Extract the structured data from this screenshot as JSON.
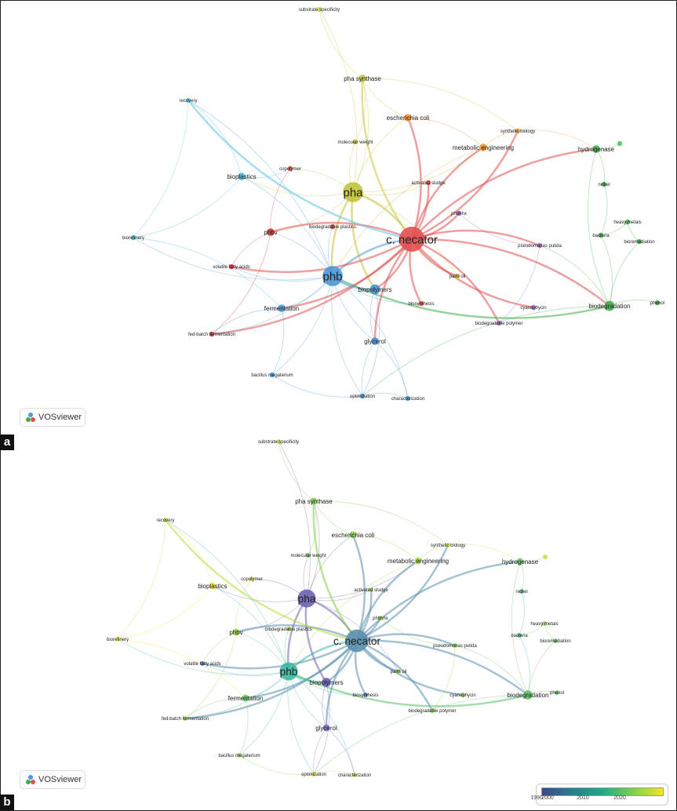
{
  "panels": [
    {
      "label": "a",
      "mode": "cluster"
    },
    {
      "label": "b",
      "mode": "overlay"
    }
  ],
  "logo_text": "VOSviewer",
  "colorbar": {
    "ticks": [
      "1990",
      "2000",
      "2010",
      "2020"
    ],
    "colors": [
      "#3b4a8c",
      "#2a7d8e",
      "#23a884",
      "#7ad151",
      "#f5e61d"
    ]
  },
  "nodes": [
    {
      "id": "substrate",
      "label": "substrate specificity",
      "cluster": "#d9d94a",
      "year": "#b9de3a",
      "w": 1
    },
    {
      "id": "phasyn",
      "label": "pha synthase",
      "cluster": "#c8c83a",
      "year": "#7fcf4a",
      "w": 2
    },
    {
      "id": "recovery",
      "label": "recovery",
      "cluster": "#5ec3e0",
      "year": "#b7dc40",
      "w": 1
    },
    {
      "id": "ecoli",
      "label": "escherichia coli",
      "cluster": "#f0922e",
      "year": "#8bd04a",
      "w": 2
    },
    {
      "id": "synbio",
      "label": "synthetic biology",
      "cluster": "#f0a040",
      "year": "#d8e030",
      "w": 1
    },
    {
      "id": "molw",
      "label": "molecular weight",
      "cluster": "#c8c83a",
      "year": "#6cc462",
      "w": 1
    },
    {
      "id": "meteng",
      "label": "metabolic engineering",
      "cluster": "#f0922e",
      "year": "#a2d840",
      "w": 2
    },
    {
      "id": "hydrog",
      "label": "hydrogenase",
      "cluster": "#3fae49",
      "year": "#6cc462",
      "w": 2
    },
    {
      "id": "hydrog2",
      "label": "",
      "cluster": "#55c855",
      "year": "#c5df34",
      "w": 1
    },
    {
      "id": "copoly",
      "label": "copolymer",
      "cluster": "#e04848",
      "year": "#c9de34",
      "w": 1
    },
    {
      "id": "bioplast",
      "label": "bioplastics",
      "cluster": "#4fb8d8",
      "year": "#e8e428",
      "w": 2
    },
    {
      "id": "actsl",
      "label": "activated sludge",
      "cluster": "#e04848",
      "year": "#9ad644",
      "w": 1
    },
    {
      "id": "pha",
      "label": "pha",
      "cluster": "#c3c33a",
      "year": "#6d63b3",
      "w": 8
    },
    {
      "id": "nickel",
      "label": "nickel",
      "cluster": "#3fae49",
      "year": "#4fb87a",
      "w": 1
    },
    {
      "id": "phbhhx",
      "label": "phbhhx",
      "cluster": "#9b6bc8",
      "year": "#a0d642",
      "w": 1
    },
    {
      "id": "heavym",
      "label": "heavy metals",
      "cluster": "#3fae49",
      "year": "#8bd04a",
      "w": 1
    },
    {
      "id": "biodplast",
      "label": "biodegradable plastics",
      "cluster": "#e04848",
      "year": "#b3dc3c",
      "w": 1
    },
    {
      "id": "phbv",
      "label": "phbv",
      "cluster": "#d03838",
      "year": "#9ad644",
      "w": 2
    },
    {
      "id": "cnec",
      "label": "c. necator",
      "cluster": "#e05050",
      "year": "#5b8fae",
      "w": 10
    },
    {
      "id": "bacteria",
      "label": "bacteria",
      "cluster": "#3fae49",
      "year": "#4fb87a",
      "w": 1
    },
    {
      "id": "biorem",
      "label": "bioremediation",
      "cluster": "#3fae49",
      "year": "#6cc462",
      "w": 1
    },
    {
      "id": "biorefin",
      "label": "biorefinery",
      "cluster": "#4fb8d8",
      "year": "#f0e424",
      "w": 1
    },
    {
      "id": "pputida",
      "label": "pseudomonas putida",
      "cluster": "#9b6bc8",
      "year": "#7fcf4a",
      "w": 1
    },
    {
      "id": "vfa",
      "label": "volatile fatty acids",
      "cluster": "#d03838",
      "year": "#6a6ab8",
      "w": 1
    },
    {
      "id": "phb",
      "label": "phb",
      "cluster": "#4a98d8",
      "year": "#3cb8a0",
      "w": 8
    },
    {
      "id": "palm",
      "label": "palm oil",
      "cluster": "#c8c83a",
      "year": "#a0d642",
      "w": 1
    },
    {
      "id": "biopoly",
      "label": "biopolymers",
      "cluster": "#4a90d0",
      "year": "#6a5fb0",
      "w": 3
    },
    {
      "id": "biosyn",
      "label": "biosynthesis",
      "cluster": "#e04848",
      "year": "#6b6ab5",
      "w": 1
    },
    {
      "id": "ferm",
      "label": "fermentation",
      "cluster": "#4a98d8",
      "year": "#6cc462",
      "w": 2
    },
    {
      "id": "cyano",
      "label": "cyanophycin",
      "cluster": "#9b6bc8",
      "year": "#7fcf4a",
      "w": 1
    },
    {
      "id": "biodeg",
      "label": "biodegradation",
      "cluster": "#3fae49",
      "year": "#5bbf6a",
      "w": 3
    },
    {
      "id": "phenol",
      "label": "phenol",
      "cluster": "#3fae49",
      "year": "#6cc462",
      "w": 1
    },
    {
      "id": "biodpoly",
      "label": "biodegradable polymer",
      "cluster": "#9b6bc8",
      "year": "#8bd04a",
      "w": 1
    },
    {
      "id": "fedbatch",
      "label": "fed-batch fermentation",
      "cluster": "#d03838",
      "year": "#9ad644",
      "w": 1
    },
    {
      "id": "glycerol",
      "label": "glycerol",
      "cluster": "#4a90d0",
      "year": "#7a6ec0",
      "w": 2
    },
    {
      "id": "bacmeg",
      "label": "bacillus megaterium",
      "cluster": "#4a98d8",
      "year": "#9ad644",
      "w": 1
    },
    {
      "id": "optim",
      "label": "optimization",
      "cluster": "#4a98d8",
      "year": "#d8e030",
      "w": 1
    },
    {
      "id": "charact",
      "label": "characterization",
      "cluster": "#4a98d8",
      "year": "#c5df34",
      "w": 1
    }
  ],
  "edges": [
    [
      "pha",
      "cnec"
    ],
    [
      "pha",
      "phb"
    ],
    [
      "phb",
      "cnec"
    ],
    [
      "pha",
      "phasyn"
    ],
    [
      "pha",
      "ecoli"
    ],
    [
      "pha",
      "meteng"
    ],
    [
      "pha",
      "molw"
    ],
    [
      "pha",
      "copoly"
    ],
    [
      "pha",
      "bioplast"
    ],
    [
      "pha",
      "actsl"
    ],
    [
      "pha",
      "phbv"
    ],
    [
      "pha",
      "biopoly"
    ],
    [
      "pha",
      "palm"
    ],
    [
      "pha",
      "substrate"
    ],
    [
      "phasyn",
      "substrate"
    ],
    [
      "phasyn",
      "cnec"
    ],
    [
      "phasyn",
      "molw"
    ],
    [
      "phasyn",
      "ecoli"
    ],
    [
      "phasyn",
      "synbio"
    ],
    [
      "cnec",
      "ecoli"
    ],
    [
      "cnec",
      "meteng"
    ],
    [
      "cnec",
      "synbio"
    ],
    [
      "cnec",
      "hydrog"
    ],
    [
      "cnec",
      "phbhhx"
    ],
    [
      "cnec",
      "pputida"
    ],
    [
      "cnec",
      "biosyn"
    ],
    [
      "cnec",
      "biopoly"
    ],
    [
      "cnec",
      "palm"
    ],
    [
      "cnec",
      "vfa"
    ],
    [
      "cnec",
      "phbv"
    ],
    [
      "cnec",
      "biodeg"
    ],
    [
      "cnec",
      "cyano"
    ],
    [
      "cnec",
      "biodpoly"
    ],
    [
      "cnec",
      "glycerol"
    ],
    [
      "cnec",
      "ferm"
    ],
    [
      "cnec",
      "actsl"
    ],
    [
      "cnec",
      "fedbatch"
    ],
    [
      "meteng",
      "ecoli"
    ],
    [
      "meteng",
      "synbio"
    ],
    [
      "meteng",
      "phb"
    ],
    [
      "synbio",
      "hydrog"
    ],
    [
      "hydrog",
      "hydrog2"
    ],
    [
      "hydrog",
      "nickel"
    ],
    [
      "hydrog",
      "biodeg"
    ],
    [
      "nickel",
      "bacteria"
    ],
    [
      "heavym",
      "biorem"
    ],
    [
      "bacteria",
      "biodeg"
    ],
    [
      "biorem",
      "biodeg"
    ],
    [
      "biodeg",
      "phenol"
    ],
    [
      "biodeg",
      "pputida"
    ],
    [
      "biodeg",
      "phb"
    ],
    [
      "biodeg",
      "optim"
    ],
    [
      "heavym",
      "bacteria"
    ],
    [
      "phb",
      "biopoly"
    ],
    [
      "phb",
      "ferm"
    ],
    [
      "phb",
      "glycerol"
    ],
    [
      "phb",
      "bacmeg"
    ],
    [
      "phb",
      "optim"
    ],
    [
      "phb",
      "charact"
    ],
    [
      "phb",
      "bioplast"
    ],
    [
      "phb",
      "biorefin"
    ],
    [
      "phb",
      "recovery"
    ],
    [
      "phb",
      "vfa"
    ],
    [
      "phb",
      "phbv"
    ],
    [
      "phb",
      "fedbatch"
    ],
    [
      "phb",
      "biosyn"
    ],
    [
      "phb",
      "biodplast"
    ],
    [
      "bioplast",
      "recovery"
    ],
    [
      "bioplast",
      "biorefin"
    ],
    [
      "bioplast",
      "copoly"
    ],
    [
      "recovery",
      "biorefin"
    ],
    [
      "recovery",
      "cnec"
    ],
    [
      "biorefin",
      "ferm"
    ],
    [
      "ferm",
      "fedbatch"
    ],
    [
      "ferm",
      "bacmeg"
    ],
    [
      "glycerol",
      "optim"
    ],
    [
      "glycerol",
      "charact"
    ],
    [
      "biopoly",
      "glycerol"
    ],
    [
      "biopoly",
      "optim"
    ],
    [
      "phbv",
      "vfa"
    ],
    [
      "phbv",
      "fedbatch"
    ],
    [
      "copoly",
      "phbv"
    ],
    [
      "pputida",
      "phbhhx"
    ],
    [
      "biodpoly",
      "pputida"
    ],
    [
      "optim",
      "charact"
    ],
    [
      "bacmeg",
      "optim"
    ]
  ]
}
